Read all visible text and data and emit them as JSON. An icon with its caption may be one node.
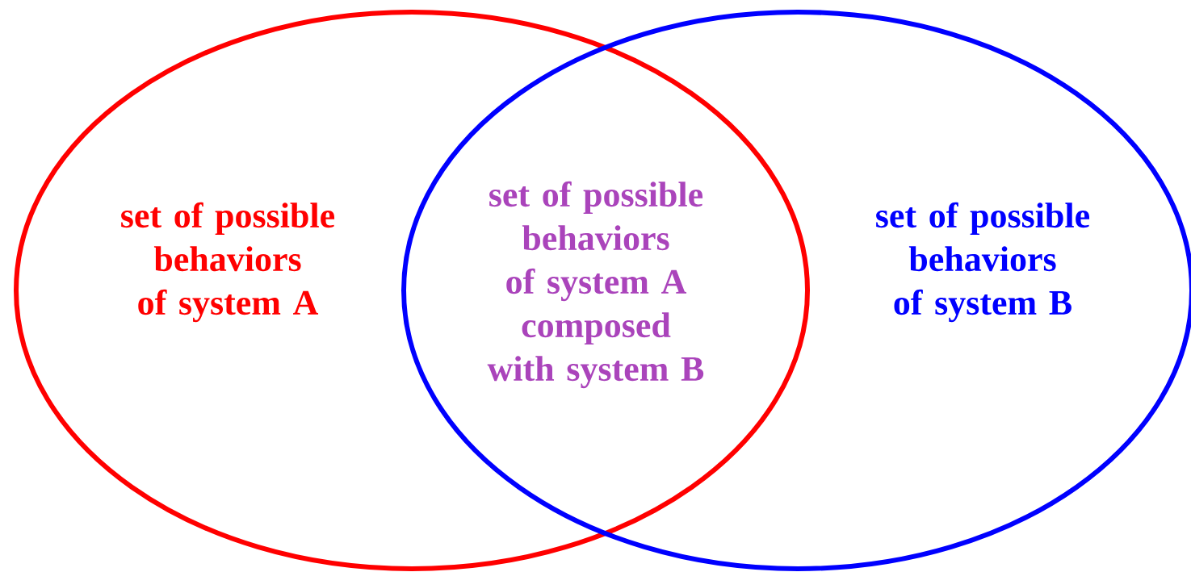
{
  "diagram": {
    "nodes": [
      {
        "text": [
          "set of possible behaviors of system A"
        ]
      },
      {
        "text": [
          "set of possible behaviors of system B"
        ]
      }
    ],
    "labels": [
      "set of possible behaviors of system A composed with system B"
    ]
  }
}
